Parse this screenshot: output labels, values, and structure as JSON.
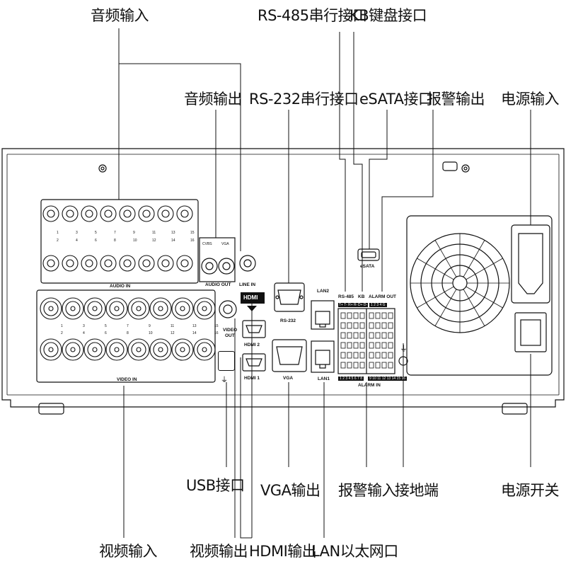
{
  "callouts": {
    "audio_in": "音频输入",
    "rs485": "RS-485串行接口",
    "kb": "KB键盘接口",
    "audio_out": "音频输出",
    "rs232": "RS-232串行接口",
    "esata": "eSATA接口",
    "alarm_out": "报警输出",
    "power_in": "电源输入",
    "usb": "USB接口",
    "vga_out": "VGA输出",
    "alarm_in": "报警输入",
    "ground": "接地端",
    "power_switch": "电源开关",
    "video_in": "视频输入",
    "video_out": "视频输出",
    "hdmi_out": "HDMI输出",
    "lan": "LAN以太网口"
  },
  "panel_labels": {
    "audio_in": "AUDIO IN",
    "audio_out": "AUDIO OUT",
    "line_in": "LINE IN",
    "cvbs": "CVBS",
    "vga_small": "VGA",
    "video_in": "VIDEO IN",
    "video_out_1": "VIDEO",
    "video_out_2": "OUT",
    "hdmi_logo": "HDMI",
    "hdmi2": "HDMI 2",
    "hdmi1": "HDMI 1",
    "rs232": "RS-232",
    "vga": "VGA",
    "lan2": "LAN2",
    "lan1": "LAN1",
    "rs485": "RS-485",
    "kb": "KB",
    "alarm_out": "ALARM OUT",
    "alarm_in": "ALARM IN",
    "esata": "eSATA",
    "alarm_out_nums": "1 2 3 4 G",
    "alarm_in_nums_1": "1 2 3 4 5 6 7 8",
    "alarm_in_nums_2": "9 10 11 12 13 14 15 16",
    "rs485_pins": "T+ T- R+ R-",
    "kb_pins": "D+ D-"
  },
  "channel_numbers": {
    "audio_top": [
      "1",
      "3",
      "5",
      "7",
      "9",
      "11",
      "13",
      "15"
    ],
    "audio_bottom": [
      "2",
      "4",
      "6",
      "8",
      "10",
      "12",
      "14",
      "16"
    ],
    "video_top": [
      "1",
      "3",
      "5",
      "7",
      "9",
      "11",
      "13",
      "15"
    ],
    "video_bottom": [
      "2",
      "4",
      "6",
      "8",
      "10",
      "12",
      "14",
      "16"
    ]
  },
  "colors": {
    "line": "#111111",
    "panel_fill": "#ffffff",
    "label_bg": "#111111"
  },
  "icons": [
    "usb-icon",
    "ground-icon",
    "power-inlet-icon",
    "power-switch-icon",
    "fan-grille-icon",
    "hdmi-logo-icon"
  ]
}
